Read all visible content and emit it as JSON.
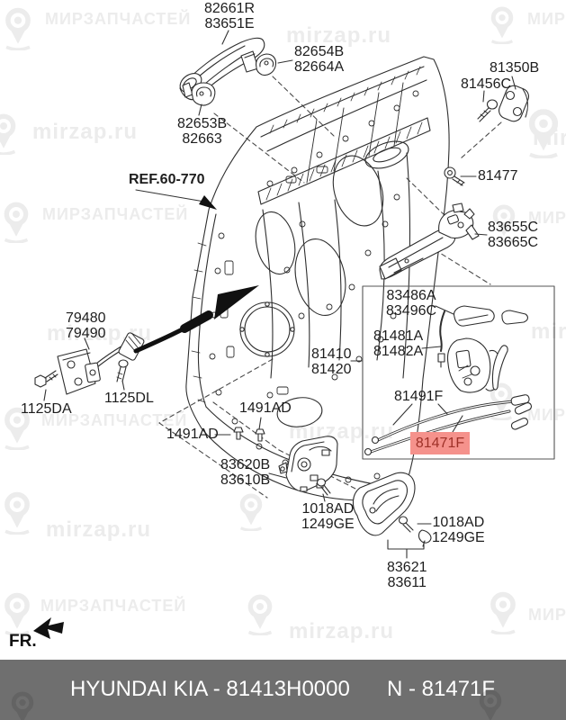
{
  "watermark": {
    "brand_top": "МИР",
    "brand_bottom": "ЗАПЧАСТЕЙ",
    "site": "mirzap.ru",
    "color": "#ececec"
  },
  "diagram": {
    "ref_label": "REF.60-770",
    "fr_label": "FR.",
    "highlight_bg": "#f5928c",
    "highlight_text_color": "#9e3128",
    "parts": {
      "outer_handle": {
        "a": "82661R",
        "b": "83651E"
      },
      "handle_retainer": {
        "a": "82654B",
        "b": "82664A"
      },
      "handle_cover": {
        "a": "82653B",
        "b": "82663"
      },
      "striker": {
        "a": "81350B"
      },
      "striker_screw": {
        "a": "81456C"
      },
      "panel_screw": {
        "a": "81477"
      },
      "handle_base": {
        "a": "83655C",
        "b": "83665C"
      },
      "latch_cover": {
        "a": "83486A",
        "b": "83496C"
      },
      "lock_rod": {
        "a": "81481A",
        "b": "81482A"
      },
      "door_panel": {
        "a": "81410",
        "b": "81420"
      },
      "lock_cable": {
        "a": "81491F"
      },
      "highlighted_cable": {
        "a": "81471F"
      },
      "door_checker": {
        "a": "79480",
        "b": "79490"
      },
      "checker_bolt": {
        "a": "1125DA"
      },
      "checker_screw": {
        "a": "1125DL"
      },
      "clip_left": {
        "a": "1491AD"
      },
      "clip_mid": {
        "a": "1491AD"
      },
      "inner_handle": {
        "a": "83620B",
        "b": "83610B"
      },
      "inner_screw_left": {
        "a": "1018AD",
        "b": "1249GE"
      },
      "inner_screw_right": {
        "a": "1018AD",
        "b": "1249GE"
      },
      "bezel": {
        "a": "83621",
        "b": "83611"
      }
    }
  },
  "footer": {
    "left": "HYUNDAI  KIA - 81413H0000",
    "right": "N - 81471F",
    "bg": "#6f6f6f",
    "text_color": "#ffffff"
  }
}
